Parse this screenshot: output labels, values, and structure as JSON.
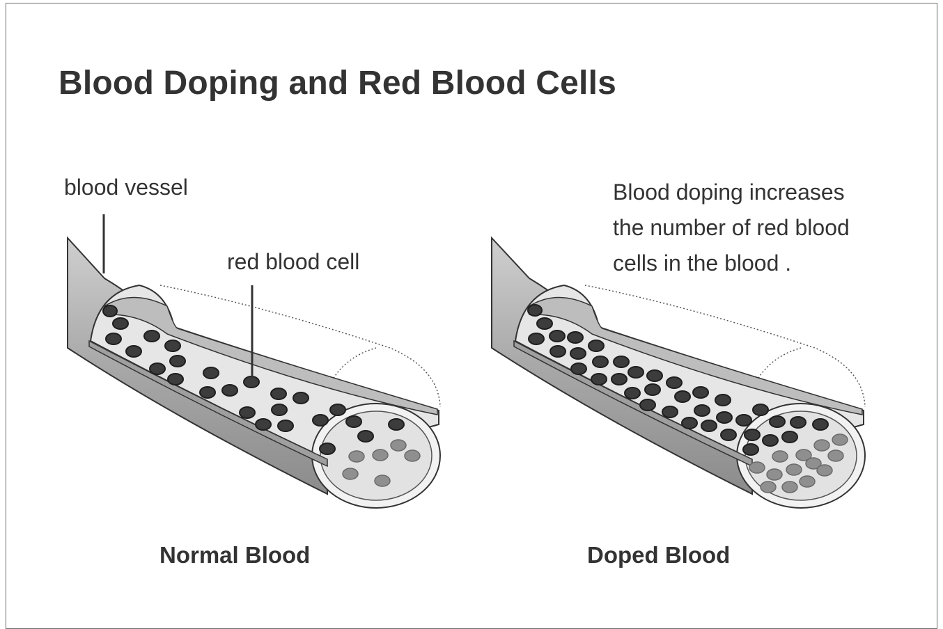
{
  "title": "Blood Doping and Red Blood Cells",
  "labels": {
    "blood_vessel": "blood vessel",
    "red_blood_cell": "red blood cell",
    "description": [
      "Blood doping increases",
      "the number of red blood",
      "cells in the blood ."
    ]
  },
  "captions": {
    "normal": "Normal Blood",
    "doped": "Doped Blood"
  },
  "colors": {
    "text": "#333333",
    "vessel_outer": "#9a9a9a",
    "vessel_inner": "#d4d4d4",
    "cell_dark": "#3a3a3a",
    "cell_light": "#8a8a8a"
  }
}
